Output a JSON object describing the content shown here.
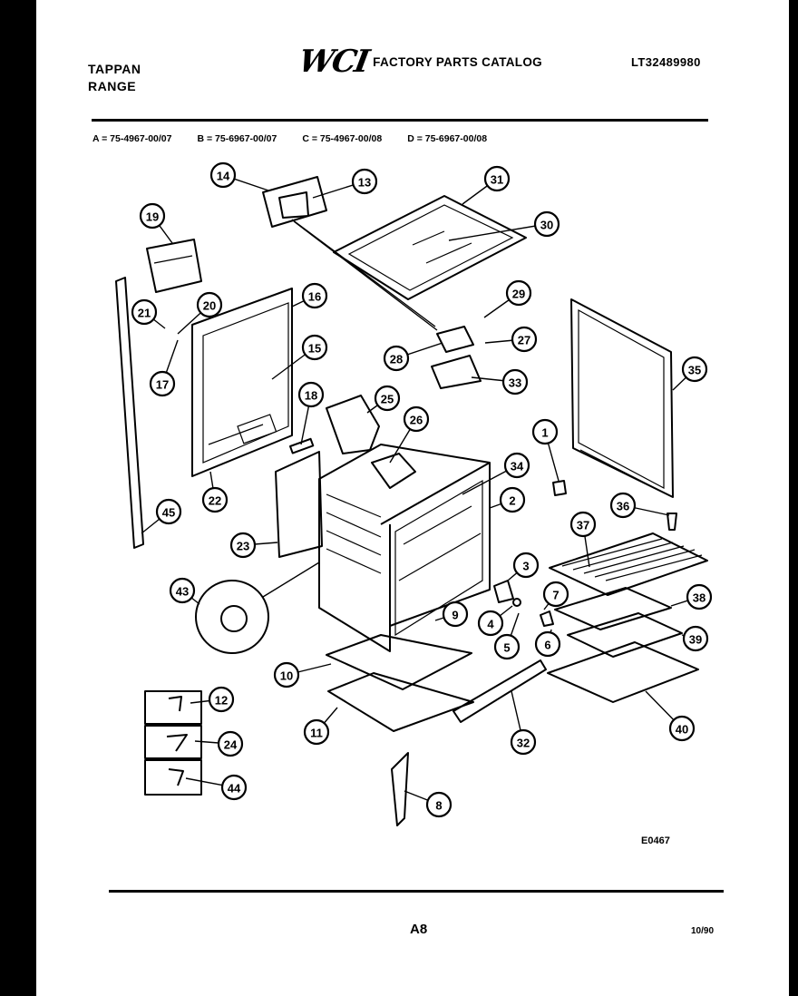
{
  "header": {
    "brand_line1": "TAPPAN",
    "brand_line2": "RANGE",
    "logo_text": "WCI",
    "catalog_title": "FACTORY PARTS CATALOG",
    "model_number": "LT32489980"
  },
  "model_codes": [
    "A = 75-4967-00/07",
    "B = 75-6967-00/07",
    "C = 75-4967-00/08",
    "D = 75-6967-00/08"
  ],
  "callouts": [
    "14",
    "13",
    "31",
    "30",
    "19",
    "29",
    "16",
    "20",
    "21",
    "15",
    "27",
    "28",
    "33",
    "17",
    "35",
    "18",
    "25",
    "26",
    "1",
    "34",
    "2",
    "22",
    "36",
    "45",
    "37",
    "23",
    "3",
    "43",
    "7",
    "38",
    "4",
    "9",
    "5",
    "6",
    "39",
    "10",
    "12",
    "11",
    "32",
    "40",
    "24",
    "44",
    "8"
  ],
  "footer": {
    "figure_id": "E0467",
    "page_number": "A8",
    "date": "10/90"
  },
  "colors": {
    "ink": "#000000",
    "paper": "#ffffff",
    "background": "#000000"
  }
}
